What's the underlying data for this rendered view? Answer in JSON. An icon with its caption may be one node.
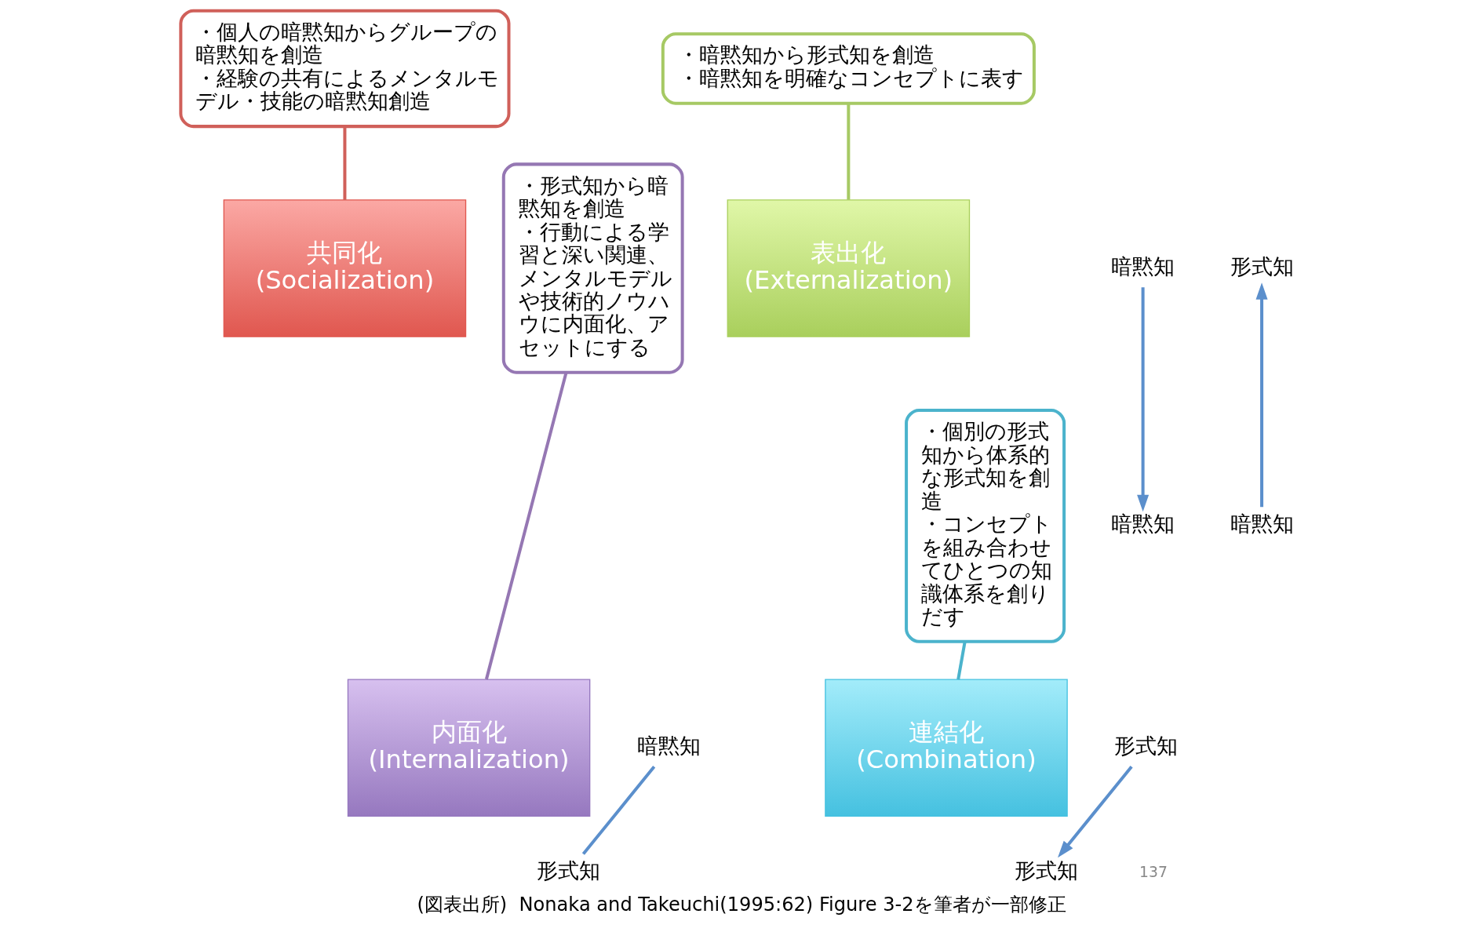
{
  "diagram": {
    "caption": "(図表出所)  Nonaka and Takeuchi(1995:62) Figure 3-2を筆者が一部修正",
    "nodes": [
      {
        "text": [
          "・個人の暗黙知からグループの暗黙知を創造",
          "・経験の共有によるメンタルモデル・技能の暗黙知創造"
        ]
      },
      {
        "text": [
          "・暗黙知から形式知を創造",
          "・暗黙知を明確なコンセプトに表す"
        ]
      },
      {
        "text": [
          "暗黙知"
        ]
      },
      {
        "text": [
          "暗黙知"
        ]
      },
      {
        "text": [
          "・個別の形式知から体系的な形式知を創造",
          "・コンセプトを組み合わせてひとつの知識体系を創りだす"
        ]
      },
      {
        "text": [
          "・形式知から暗黙知を創造",
          "・行動による学習と深い関連、メンタルモデルや技術的ノウハウに内面化、アセットにする"
        ]
      },
      {
        "text": [
          "共同化",
          "(Socialization)"
        ]
      },
      {
        "text": [
          "表出化",
          "(Externalization)"
        ]
      },
      {
        "text": [
          "暗黙知"
        ]
      },
      {
        "text": [
          "形式知"
        ]
      },
      {
        "text": [
          "内面化",
          "(Internalization)"
        ]
      },
      {
        "text": [
          "連結化",
          "(Combination)"
        ]
      },
      {
        "text": [
          "暗黙知"
        ]
      },
      {
        "text": [
          "形式知"
        ]
      },
      {
        "text": [
          "形式知"
        ]
      },
      {
        "text": [
          "形式知"
        ]
      }
    ],
    "edges": [
      {
        "from": 0,
        "to": 6,
        "arrow": "none",
        "color": "#d0605a"
      },
      {
        "from": 1,
        "to": 7,
        "arrow": "none",
        "color": "#a6c964"
      },
      {
        "from": 4,
        "to": 11,
        "arrow": "none",
        "color": "#4bb3cc"
      },
      {
        "from": 5,
        "to": 10,
        "arrow": "none",
        "color": "#9577b3"
      },
      {
        "from": 8,
        "to": 2,
        "arrow": "to"
      },
      {
        "from": 3,
        "to": 9,
        "arrow": "to"
      },
      {
        "from": 13,
        "to": 15,
        "arrow": "to"
      },
      {
        "from": 14,
        "to": 12,
        "arrow": "none"
      }
    ],
    "labels": [
      "137"
    ]
  }
}
